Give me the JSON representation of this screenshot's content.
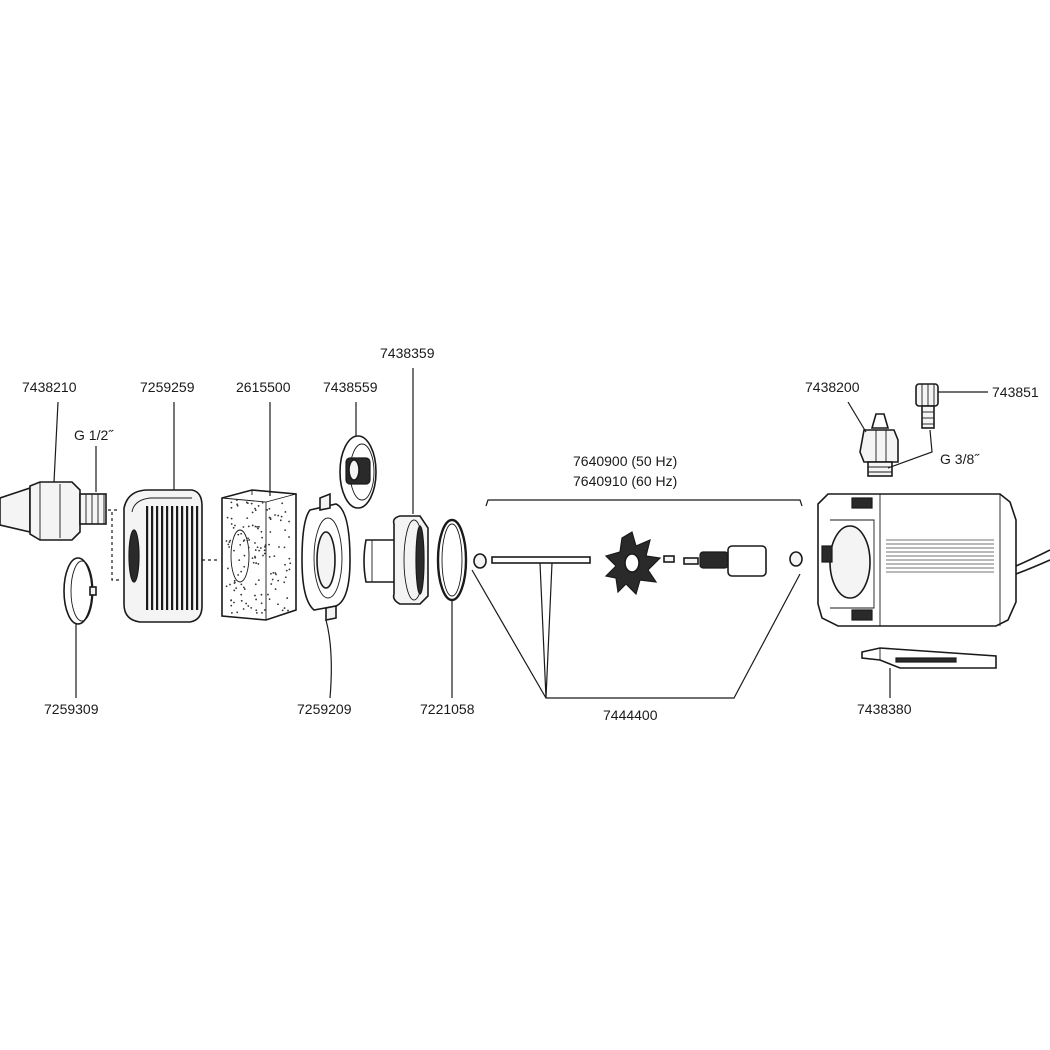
{
  "parts": {
    "p7438210": "7438210",
    "p7259259": "7259259",
    "p2615500": "2615500",
    "p7438559": "7438559",
    "p7438359": "7438359",
    "p7259309": "7259309",
    "p7259209": "7259209",
    "p7221058": "7221058",
    "p7444400": "7444400",
    "p7640900": "7640900 (50 Hz)",
    "p7640910": "7640910 (60 Hz)",
    "p7438200": "7438200",
    "p7438510": "743851",
    "p7438380": "7438380"
  },
  "threads": {
    "g12": "G 1/2˝",
    "g38": "G 3/8˝"
  }
}
